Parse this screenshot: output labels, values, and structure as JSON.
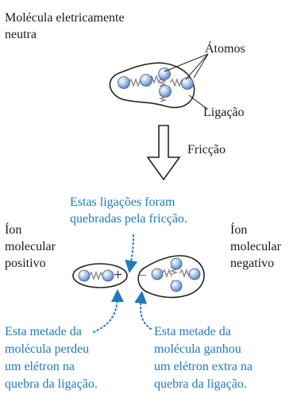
{
  "top": {
    "molecule_label_line1": "Molécula eletricamente",
    "molecule_label_line2": "neutra",
    "atoms_label": "Átomos",
    "bond_label": "Ligação"
  },
  "process": {
    "arrow_label": "Fricção"
  },
  "bottom": {
    "broken_bonds_line1": "Estas ligações foram",
    "broken_bonds_line2": "quebradas pela fricção.",
    "positive_ion_line1": "Íon",
    "positive_ion_line2": "molecular",
    "positive_ion_line3": "positivo",
    "negative_ion_line1": "Íon",
    "negative_ion_line2": "molecular",
    "negative_ion_line3": "negativo",
    "left_half_line1": "Esta metade da",
    "left_half_line2": "molécula perdeu",
    "left_half_line3": "um elétron na",
    "left_half_line4": "quebra da ligação.",
    "right_half_line1": "Esta metade da",
    "right_half_line2": "molécula ganhou",
    "right_half_line3": "um elétron extra na",
    "right_half_line4": "quebra da ligação.",
    "plus_sign": "+",
    "minus_sign": "–"
  },
  "colors": {
    "annotation": "#1f7ab8",
    "atom_fill": "#8fb4e0",
    "outline": "#222222"
  }
}
